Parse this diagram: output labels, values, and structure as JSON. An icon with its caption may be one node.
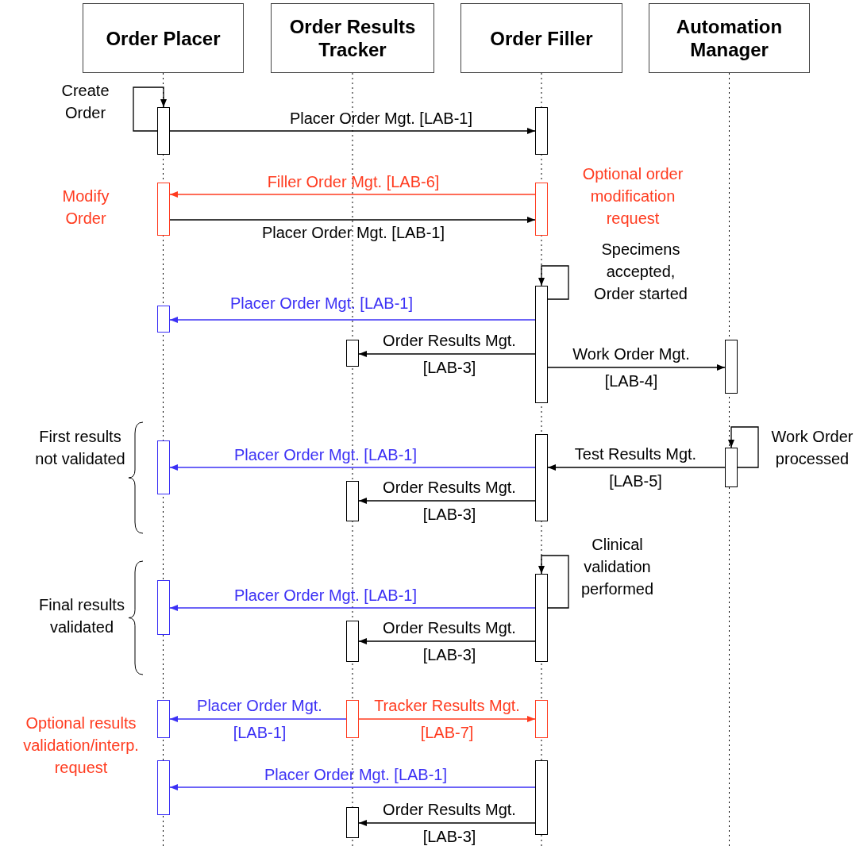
{
  "diagram": {
    "nodes": [
      {
        "text": [
          "Order Placer"
        ]
      },
      {
        "text": [
          "Order Results Tracker"
        ]
      },
      {
        "text": [
          "Order Filler"
        ]
      },
      {
        "text": [
          "Automation Manager"
        ]
      },
      {
        "text": [],
        "shape": "bar"
      },
      {
        "text": [],
        "shape": "bar"
      },
      {
        "text": [],
        "shape": "bar",
        "beside": [
          "Modify Order"
        ]
      },
      {
        "text": [],
        "shape": "bar",
        "beside": [
          "Optional order modification request"
        ]
      },
      {
        "text": [],
        "shape": "bar"
      },
      {
        "text": [],
        "shape": "bar"
      },
      {
        "text": [],
        "shape": "bar"
      },
      {
        "text": [],
        "shape": "bar"
      },
      {
        "text": [],
        "shape": "bar"
      },
      {
        "text": [],
        "shape": "bar"
      },
      {
        "text": [],
        "shape": "bar"
      },
      {
        "text": [],
        "shape": "bar"
      },
      {
        "text": [],
        "shape": "bar"
      },
      {
        "text": [],
        "shape": "bar"
      },
      {
        "text": [],
        "shape": "bar"
      },
      {
        "text": [],
        "shape": "bar"
      },
      {
        "text": [],
        "shape": "bar"
      },
      {
        "text": [],
        "shape": "bar"
      },
      {
        "text": [],
        "shape": "bar"
      },
      {
        "text": [],
        "shape": "bar"
      },
      {
        "text": [],
        "shape": "bar"
      }
    ],
    "edges": [
      {
        "from": 4,
        "to": 4,
        "arrow": "to",
        "label": "Create Order"
      },
      {
        "from": 4,
        "to": 5,
        "arrow": "to",
        "label": "Placer Order Mgt. [LAB-1]"
      },
      {
        "from": 7,
        "to": 6,
        "arrow": "to",
        "label": "Filler Order Mgt. [LAB-6]",
        "color": "#ff3b1f"
      },
      {
        "from": 6,
        "to": 7,
        "arrow": "to",
        "label": "Placer Order Mgt. [LAB-1]"
      },
      {
        "from": 8,
        "to": 8,
        "arrow": "to",
        "label": "Specimens accepted, Order started"
      },
      {
        "from": 8,
        "to": 9,
        "arrow": "to",
        "label": "Placer Order Mgt. [LAB-1]",
        "color": "#3b30f5"
      },
      {
        "from": 8,
        "to": 10,
        "arrow": "to",
        "label": "Order Results Mgt. [LAB-3]"
      },
      {
        "from": 8,
        "to": 11,
        "arrow": "to",
        "label": "Work Order Mgt. [LAB-4]"
      },
      {
        "from": 14,
        "to": 14,
        "arrow": "to",
        "label": "Work Order processed"
      },
      {
        "from": 14,
        "to": 12,
        "arrow": "to",
        "label": "Test Results Mgt. [LAB-5]"
      },
      {
        "from": 12,
        "to": 13,
        "arrow": "to",
        "label": "Placer Order Mgt. [LAB-1]",
        "color": "#3b30f5"
      },
      {
        "from": 12,
        "to": 15,
        "arrow": "to",
        "label": "Order Results Mgt. [LAB-3]"
      },
      {
        "from": 16,
        "to": 16,
        "arrow": "to",
        "label": "Clinical validation performed"
      },
      {
        "from": 16,
        "to": 17,
        "arrow": "to",
        "label": "Placer Order Mgt. [LAB-1]",
        "color": "#3b30f5"
      },
      {
        "from": 16,
        "to": 18,
        "arrow": "to",
        "label": "Order Results Mgt. [LAB-3]"
      },
      {
        "from": 20,
        "to": 19,
        "arrow": "to",
        "label": "Placer Order Mgt. [LAB-1]",
        "color": "#3b30f5"
      },
      {
        "from": 20,
        "to": 21,
        "arrow": "to",
        "label": "Tracker Results Mgt. [LAB-7]",
        "color": "#ff3b1f"
      },
      {
        "from": 23,
        "to": 22,
        "arrow": "to",
        "label": "Placer Order Mgt. [LAB-1]",
        "color": "#3b30f5"
      },
      {
        "from": 23,
        "to": 24,
        "arrow": "to",
        "label": "Order Results Mgt. [LAB-3]"
      }
    ],
    "labels": [
      "First results not validated",
      "Final results validated",
      "Optional results validation/interp. request"
    ]
  }
}
